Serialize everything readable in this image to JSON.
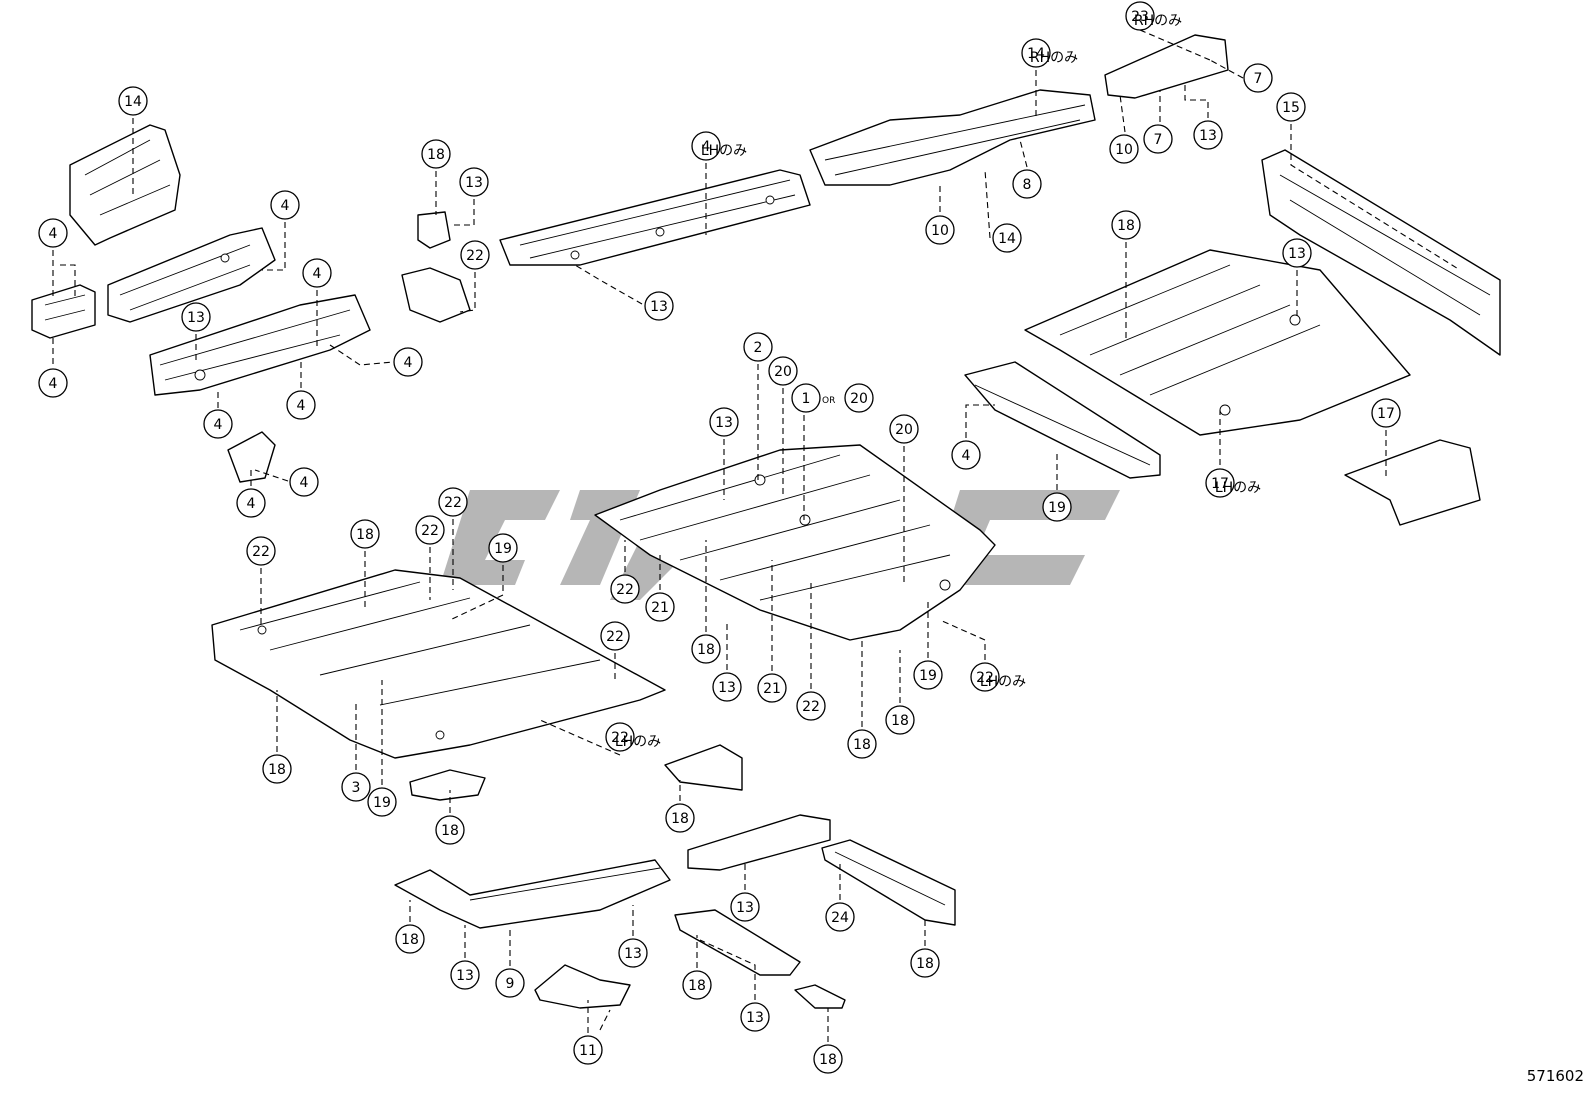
{
  "diagram_code": "571602",
  "or_text": "OR",
  "callouts": [
    {
      "n": "14",
      "note": ""
    },
    {
      "n": "4",
      "note": ""
    },
    {
      "n": "4",
      "note": ""
    },
    {
      "n": "4",
      "note": ""
    },
    {
      "n": "13",
      "note": ""
    },
    {
      "n": "4",
      "note": ""
    },
    {
      "n": "4",
      "note": ""
    },
    {
      "n": "4",
      "note": ""
    },
    {
      "n": "4",
      "note": ""
    },
    {
      "n": "4",
      "note": ""
    },
    {
      "n": "4",
      "note": ""
    },
    {
      "n": "18",
      "note": ""
    },
    {
      "n": "13",
      "note": ""
    },
    {
      "n": "22",
      "note": ""
    },
    {
      "n": "4",
      "note": "LHのみ"
    },
    {
      "n": "13",
      "note": ""
    },
    {
      "n": "14",
      "note": "RHのみ"
    },
    {
      "n": "8",
      "note": ""
    },
    {
      "n": "10",
      "note": ""
    },
    {
      "n": "14",
      "note": ""
    },
    {
      "n": "23",
      "note": "RHのみ"
    },
    {
      "n": "7",
      "note": ""
    },
    {
      "n": "10",
      "note": ""
    },
    {
      "n": "7",
      "note": ""
    },
    {
      "n": "13",
      "note": ""
    },
    {
      "n": "15",
      "note": ""
    },
    {
      "n": "18",
      "note": ""
    },
    {
      "n": "13",
      "note": ""
    },
    {
      "n": "4",
      "note": ""
    },
    {
      "n": "19",
      "note": ""
    },
    {
      "n": "17",
      "note": "LHのみ"
    },
    {
      "n": "17",
      "note": ""
    },
    {
      "n": "2",
      "note": ""
    },
    {
      "n": "20",
      "note": ""
    },
    {
      "n": "1",
      "note": ""
    },
    {
      "n": "20",
      "note": ""
    },
    {
      "n": "13",
      "note": ""
    },
    {
      "n": "20",
      "note": ""
    },
    {
      "n": "22",
      "note": ""
    },
    {
      "n": "21",
      "note": ""
    },
    {
      "n": "18",
      "note": ""
    },
    {
      "n": "13",
      "note": ""
    },
    {
      "n": "21",
      "note": ""
    },
    {
      "n": "22",
      "note": ""
    },
    {
      "n": "18",
      "note": ""
    },
    {
      "n": "18",
      "note": ""
    },
    {
      "n": "19",
      "note": ""
    },
    {
      "n": "22",
      "note": "LHのみ"
    },
    {
      "n": "22",
      "note": ""
    },
    {
      "n": "22",
      "note": ""
    },
    {
      "n": "18",
      "note": ""
    },
    {
      "n": "22",
      "note": ""
    },
    {
      "n": "19",
      "note": ""
    },
    {
      "n": "22",
      "note": ""
    },
    {
      "n": "18",
      "note": ""
    },
    {
      "n": "3",
      "note": ""
    },
    {
      "n": "19",
      "note": ""
    },
    {
      "n": "18",
      "note": ""
    },
    {
      "n": "22",
      "note": "LHのみ"
    },
    {
      "n": "18",
      "note": ""
    },
    {
      "n": "13",
      "note": ""
    },
    {
      "n": "24",
      "note": ""
    },
    {
      "n": "18",
      "note": ""
    },
    {
      "n": "18",
      "note": ""
    },
    {
      "n": "13",
      "note": ""
    },
    {
      "n": "9",
      "note": ""
    },
    {
      "n": "13",
      "note": ""
    },
    {
      "n": "11",
      "note": ""
    },
    {
      "n": "18",
      "note": ""
    },
    {
      "n": "13",
      "note": ""
    },
    {
      "n": "18",
      "note": ""
    }
  ]
}
